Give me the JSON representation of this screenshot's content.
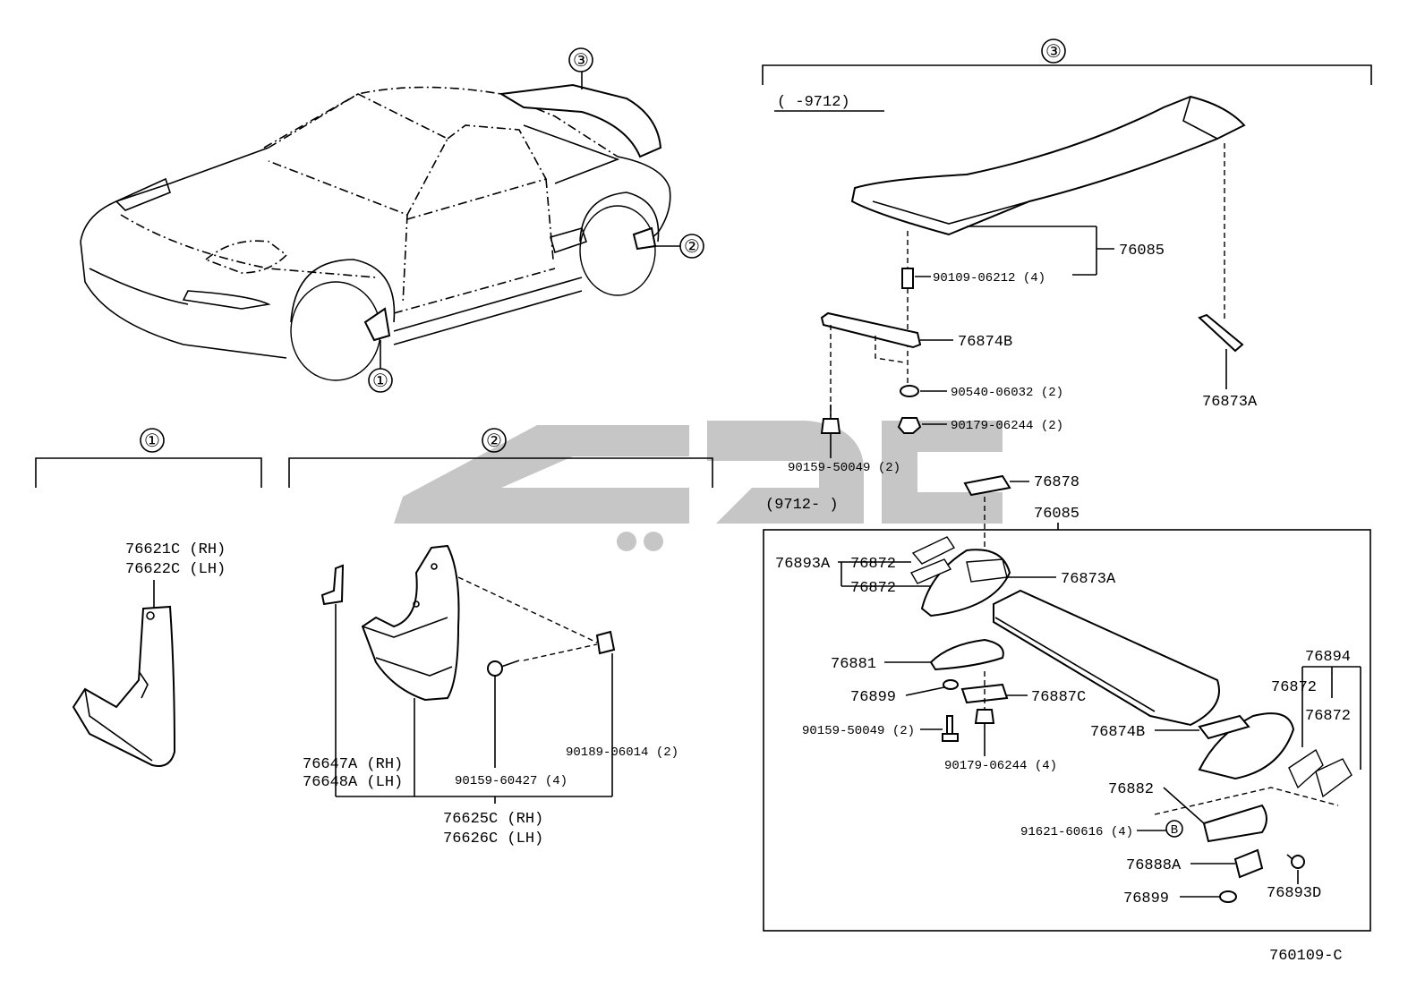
{
  "diagram": {
    "sections": {
      "car": {
        "circle_labels": [
          "①",
          "②",
          "③"
        ]
      },
      "section1": {
        "header": "①",
        "parts": [
          "76621C (RH)",
          "76622C (LH)"
        ]
      },
      "section2": {
        "header": "②",
        "parts": {
          "mudguard": [
            "76647A (RH)",
            "76648A (LH)"
          ],
          "screw": "90159-60427 (4)",
          "clip": "90189-06014 (2)",
          "assembly": [
            "76625C (RH)",
            "76626C (LH)"
          ]
        }
      },
      "section3": {
        "header": "③",
        "upper_range": "(     -9712)",
        "upper_parts": {
          "spoiler": "76085",
          "bolt": "90109-06212 (4)",
          "bracket": "76874B",
          "washer": "90540-06032 (2)",
          "nut": "90179-06244 (2)",
          "bolt2": "90159-50049 (2)",
          "stay": "76873A"
        },
        "lower_range": "(9712-     )",
        "lower_parts": {
          "label_plate": "76878",
          "spoiler": "76085",
          "seal_set": "76893A",
          "seal_a": "76872",
          "seal_b": "76872",
          "stay": "76873A",
          "pad": "76881",
          "grommet": "76899",
          "bracket": "76887C",
          "bolt": "90159-50049 (2)",
          "nut": "90179-06244 (4)",
          "bracket_b": "76874B",
          "seal_set_r": "76894",
          "seal_r1": "76872",
          "seal_r2": "76872",
          "cover": "76882",
          "clip": "91621-60616 (4)",
          "clip_marker": "B",
          "retainer": "76888A",
          "grommet2": "76899",
          "screw": "76893D"
        }
      }
    },
    "figure_code": "760109-C"
  }
}
